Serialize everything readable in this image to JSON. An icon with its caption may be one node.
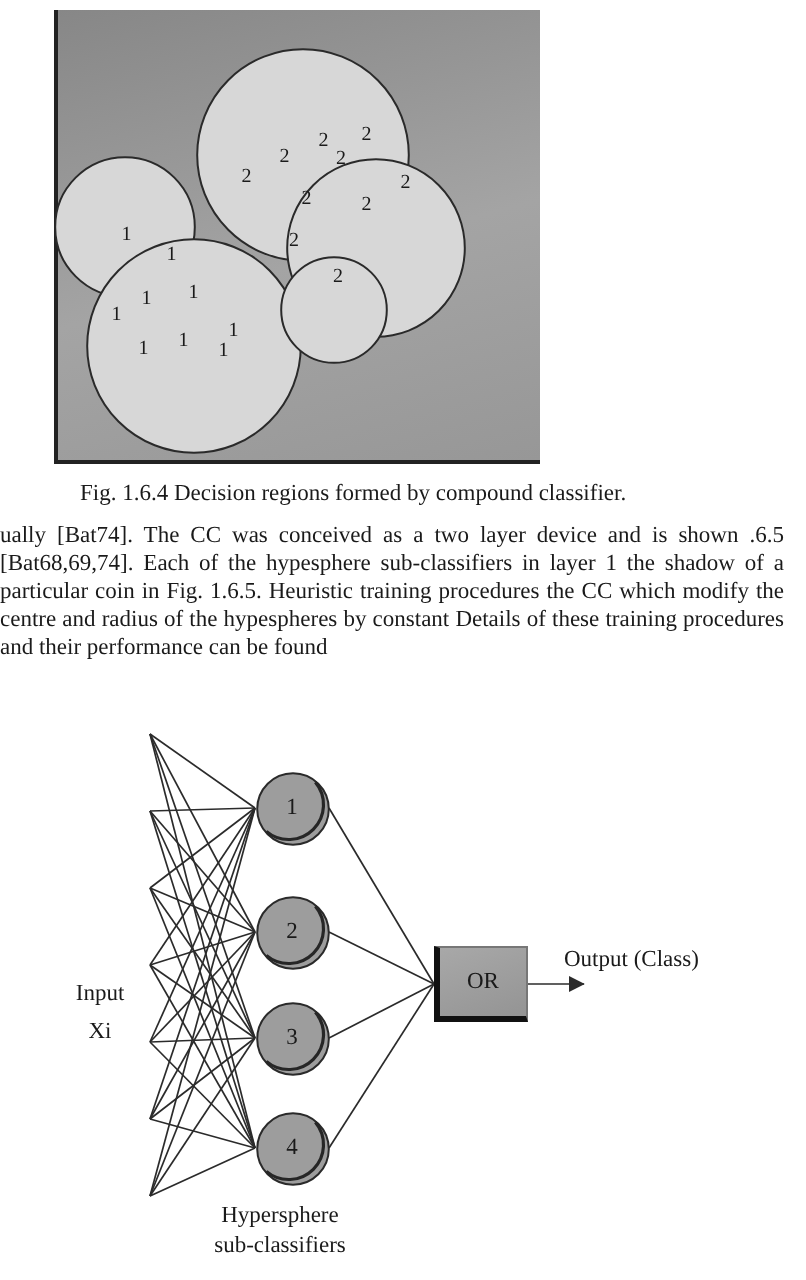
{
  "diagram": {
    "caption": "Fig. 1.6.4 Decision regions formed by compound classifier.",
    "nodes": [
      {
        "text": [
          "2",
          "2",
          "2",
          "2",
          "2"
        ]
      },
      {
        "text": [
          "1",
          "1"
        ]
      },
      {
        "text": [
          "2",
          "2",
          "2",
          "2"
        ]
      },
      {
        "text": [
          "1",
          "1",
          "1",
          "1",
          "1",
          "1",
          "1"
        ]
      },
      {
        "text": [
          "2"
        ]
      },
      {
        "text": [
          "1"
        ]
      },
      {
        "text": [
          "2"
        ]
      },
      {
        "text": [
          "3"
        ]
      },
      {
        "text": [
          "4"
        ]
      },
      {
        "text": [
          "OR"
        ]
      }
    ],
    "edges": [
      {
        "from": null,
        "to": 5,
        "arrow": "none"
      },
      {
        "from": null,
        "to": 6,
        "arrow": "none"
      },
      {
        "from": null,
        "to": 7,
        "arrow": "none"
      },
      {
        "from": null,
        "to": 8,
        "arrow": "none"
      },
      {
        "from": null,
        "to": 5,
        "arrow": "none"
      },
      {
        "from": null,
        "to": 6,
        "arrow": "none"
      },
      {
        "from": null,
        "to": 7,
        "arrow": "none"
      },
      {
        "from": null,
        "to": 8,
        "arrow": "none"
      },
      {
        "from": null,
        "to": 5,
        "arrow": "none"
      },
      {
        "from": null,
        "to": 6,
        "arrow": "none"
      },
      {
        "from": null,
        "to": 7,
        "arrow": "none"
      },
      {
        "from": null,
        "to": 8,
        "arrow": "none"
      },
      {
        "from": null,
        "to": 5,
        "arrow": "none"
      },
      {
        "from": null,
        "to": 6,
        "arrow": "none"
      },
      {
        "from": null,
        "to": 7,
        "arrow": "none"
      },
      {
        "from": null,
        "to": 8,
        "arrow": "none"
      },
      {
        "from": null,
        "to": 5,
        "arrow": "none"
      },
      {
        "from": null,
        "to": 6,
        "arrow": "none"
      },
      {
        "from": null,
        "to": 7,
        "arrow": "none"
      },
      {
        "from": null,
        "to": 8,
        "arrow": "none"
      },
      {
        "from": null,
        "to": 5,
        "arrow": "none"
      },
      {
        "from": null,
        "to": 6,
        "arrow": "none"
      },
      {
        "from": null,
        "to": 7,
        "arrow": "none"
      },
      {
        "from": null,
        "to": 8,
        "arrow": "none"
      },
      {
        "from": null,
        "to": 5,
        "arrow": "none"
      },
      {
        "from": null,
        "to": 6,
        "arrow": "none"
      },
      {
        "from": null,
        "to": 7,
        "arrow": "none"
      },
      {
        "from": null,
        "to": 8,
        "arrow": "none"
      },
      {
        "from": 5,
        "to": 9,
        "arrow": "none"
      },
      {
        "from": 6,
        "to": 9,
        "arrow": "none"
      },
      {
        "from": 7,
        "to": 9,
        "arrow": "none"
      },
      {
        "from": 8,
        "to": 9,
        "arrow": "none"
      },
      {
        "from": 9,
        "to": null,
        "arrow": "to",
        "label": "Output (Class)"
      }
    ],
    "labels": [
      "ually [Bat74]. The CC was conceived as a two layer device and is shown .6.5 [Bat68,69,74]. Each of the hypesphere sub-classifiers in layer 1 the shadow of a particular coin in Fig. 1.6.5. Heuristic training procedures the CC which modify the centre and radius of the hypespheres by constant Details of these training procedures and their performance can be found",
      "Input Xi",
      "Hypersphere sub-classifiers"
    ]
  }
}
